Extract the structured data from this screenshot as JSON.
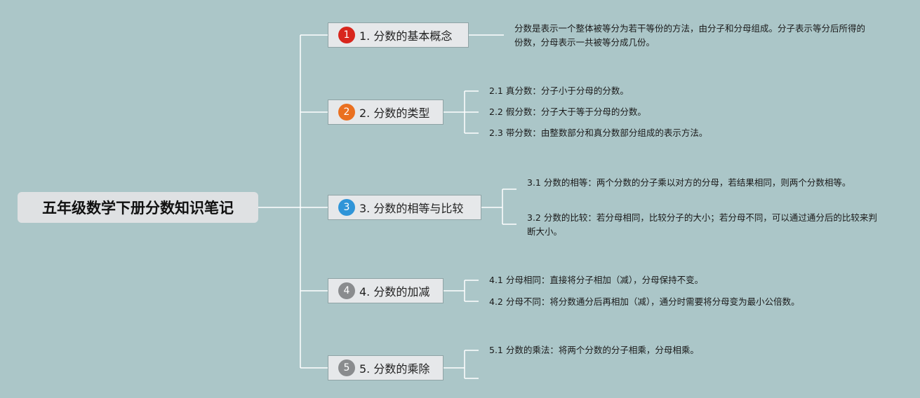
{
  "title": "五年级数学下册分数知识笔记",
  "branches": [
    {
      "badge": "1",
      "badge_color": "#d8261d",
      "label": "1. 分数的基本概念",
      "leaves": [
        "分数是表示一个整体被等分为若干等份的方法，由分子和分母组成。分子表示等分后所得的份数，分母表示一共被等分成几份。"
      ]
    },
    {
      "badge": "2",
      "badge_color": "#ea7020",
      "label": "2. 分数的类型",
      "leaves": [
        "2.1 真分数：分子小于分母的分数。",
        "2.2 假分数：分子大于等于分母的分数。",
        "2.3 带分数：由整数部分和真分数部分组成的表示方法。"
      ]
    },
    {
      "badge": "3",
      "badge_color": "#2f95d8",
      "label": "3. 分数的相等与比较",
      "leaves": [
        "3.1 分数的相等：两个分数的分子乘以对方的分母，若结果相同，则两个分数相等。",
        "3.2 分数的比较：若分母相同，比较分子的大小；若分母不同，可以通过通分后的比较来判断大小。"
      ]
    },
    {
      "badge": "4",
      "badge_color": "#8a8c8e",
      "label": "4. 分数的加减",
      "leaves": [
        "4.1 分母相同：直接将分子相加（减），分母保持不变。",
        "4.2 分母不同：将分数通分后再相加（减），通分时需要将分母变为最小公倍数。"
      ]
    },
    {
      "badge": "5",
      "badge_color": "#8a8c8e",
      "label": "5. 分数的乘除",
      "leaves": [
        "5.1 分数的乘法：将两个分数的分子相乘，分母相乘。"
      ]
    }
  ]
}
